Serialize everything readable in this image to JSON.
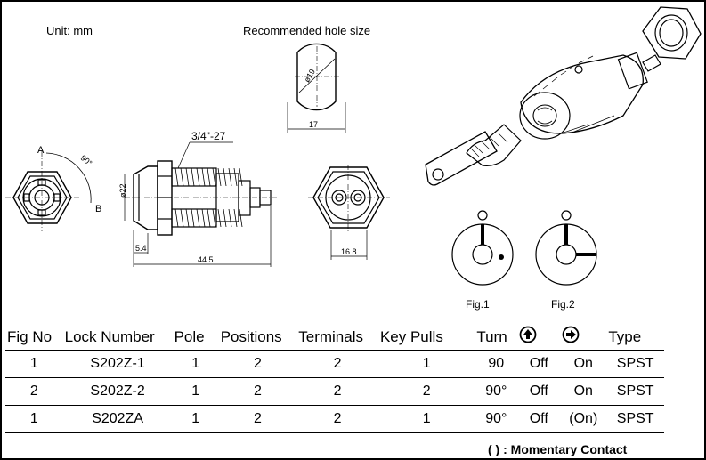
{
  "labels": {
    "unit": "Unit: mm",
    "recommended": "Recommended hole size",
    "thread": "3/4\"-27",
    "fig1": "Fig.1",
    "fig2": "Fig.2"
  },
  "dimensions": {
    "dia19": "ø19",
    "w17": "17",
    "dia22": "ø22",
    "d54": "5.4",
    "d445": "44.5",
    "d168": "16.8",
    "a90": "90°",
    "pointA": "A",
    "pointB": "B"
  },
  "table": {
    "headers": {
      "fig": "Fig No",
      "lock": "Lock Number",
      "pole": "Pole",
      "positions": "Positions",
      "terminals": "Terminals",
      "keypulls": "Key Pulls",
      "turn": "Turn",
      "off_icon": "arrow-up-circle-icon",
      "on_icon": "arrow-right-circle-icon",
      "type": "Type"
    },
    "rows": [
      {
        "fig": "1",
        "lock": "S202Z-1",
        "pole": "1",
        "positions": "2",
        "terminals": "2",
        "keypulls": "1",
        "turn": "90",
        "off": "Off",
        "on": "On",
        "type": "SPST"
      },
      {
        "fig": "2",
        "lock": "S202Z-2",
        "pole": "1",
        "positions": "2",
        "terminals": "2",
        "keypulls": "2",
        "turn": "90°",
        "off": "Off",
        "on": "On",
        "type": "SPST"
      },
      {
        "fig": "1",
        "lock": "S202ZA",
        "pole": "1",
        "positions": "2",
        "terminals": "2",
        "keypulls": "1",
        "turn": "90°",
        "off": "Off",
        "on": "(On)",
        "type": "SPST"
      }
    ]
  },
  "note": "(   ) : Momentary Contact"
}
